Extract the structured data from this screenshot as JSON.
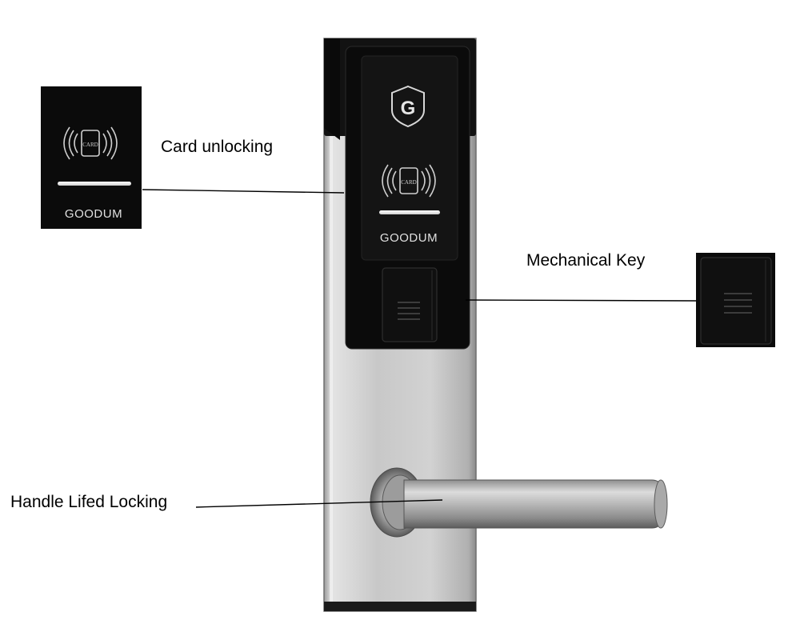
{
  "labels": {
    "card": "Card unlocking",
    "mechanical": "Mechanical Key",
    "handle": "Handle Lifed Locking"
  },
  "brand": {
    "name": "GOODUM",
    "logo_letter": "G",
    "card_text": "CARD"
  },
  "icons": {
    "logo": "shield-g-logo-icon",
    "rfid": "rfid-card-icon"
  },
  "colors": {
    "panel_black": "#0b0b0b",
    "steel": "#c9c9c9",
    "label_text": "#000000",
    "white": "#ffffff"
  }
}
